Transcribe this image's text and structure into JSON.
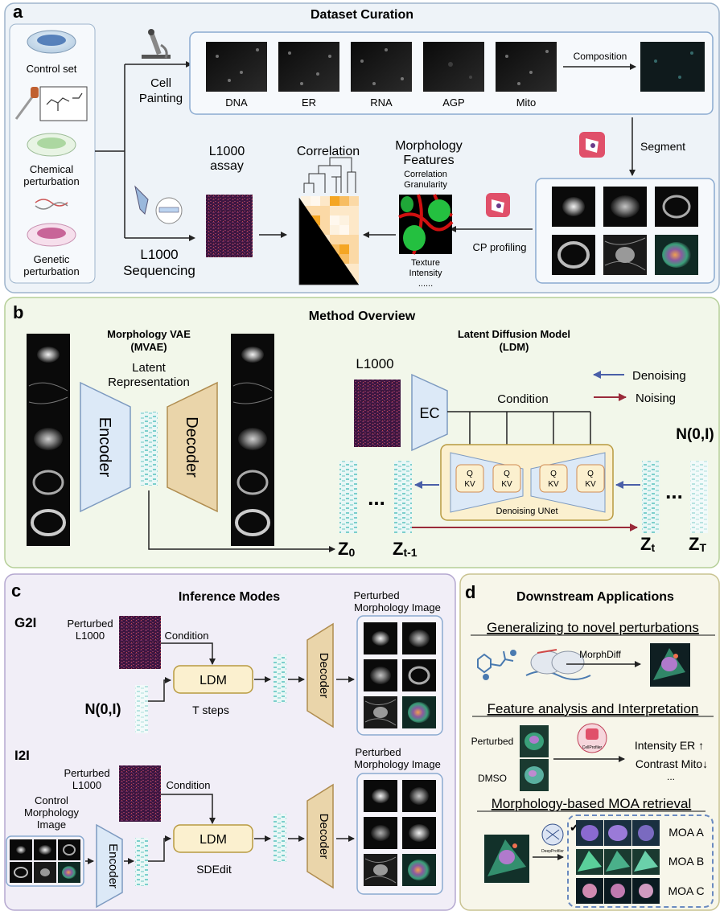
{
  "panel_a": {
    "letter": "a",
    "title": "Dataset Curation",
    "left_items": [
      "Control set",
      "Chemical perturbation",
      "Genetic perturbation"
    ],
    "cell_painting": "Cell Painting",
    "channels": [
      "DNA",
      "ER",
      "RNA",
      "AGP",
      "Mito"
    ],
    "composition": "Composition",
    "segment": "Segment",
    "l1000_assay": "L1000 assay",
    "correlation": "Correlation",
    "morphology_features": "Morphology Features",
    "features_top": "Correlation Granularity",
    "features_bottom": "Texture Intensity ......",
    "cp_profiling": "CP profiling",
    "l1000_sequencing": "L1000 Sequencing"
  },
  "panel_b": {
    "letter": "b",
    "title": "Method Overview",
    "mvae_title": "Morphology VAE (MVAE)",
    "latent": "Latent Representation",
    "encoder": "Encoder",
    "decoder": "Decoder",
    "ldm_title": "Latent Diffusion Model (LDM)",
    "l1000": "L1000",
    "ec": "EC",
    "condition": "Condition",
    "denoising": "Denoising",
    "noising": "Noising",
    "noise": "N(0,I)",
    "qkv": "Q KV",
    "unet": "Denoising UNet",
    "dots": "...",
    "z_labels": [
      "Z0",
      "Zt-1",
      "Zt",
      "ZT"
    ]
  },
  "panel_c": {
    "letter": "c",
    "title": "Inference Modes",
    "g2i": "G2I",
    "i2i": "I2I",
    "perturbed_l1000": "Perturbed L1000",
    "condition": "Condition",
    "ldm": "LDM",
    "noise": "N(0,I)",
    "t_steps": "T steps",
    "sdedit": "SDEdit",
    "decoder": "Decoder",
    "encoder": "Encoder",
    "perturbed_image": "Perturbed Morphology Image",
    "control_image": "Control Morphology Image"
  },
  "panel_d": {
    "letter": "d",
    "title": "Downstream Applications",
    "sub1": "Generalizing to novel perturbations",
    "morphdiff": "MorphDiff",
    "sub2": "Feature analysis and Interpretation",
    "perturbed": "Perturbed",
    "dmso": "DMSO",
    "cellprofiler": "CellProfiler",
    "intensity": "Intensity ER ↑",
    "contrast": "Contrast Mito↓",
    "ellipsis": "...",
    "sub3": "Morphology-based MOA retrieval",
    "deepprofiler": "DeepProfiler",
    "moa": [
      "MOA A",
      "MOA B",
      "MOA C"
    ]
  },
  "colors": {
    "panel_a_bg": "#eef3f8",
    "panel_b_bg": "#f2f7ea",
    "panel_c_bg": "#f1eef7",
    "panel_d_bg": "#f7f6ea",
    "encoder_fill": "#dce9f7",
    "decoder_fill": "#ead5aa",
    "ldm_fill": "#fbf0cf",
    "latent": "#7fcfcf",
    "l1000_heatmap": "#4a1e4a",
    "denoise_arrow": "#4a5fa8",
    "noise_arrow": "#9a2a3a",
    "correlation": "#f5a623"
  }
}
